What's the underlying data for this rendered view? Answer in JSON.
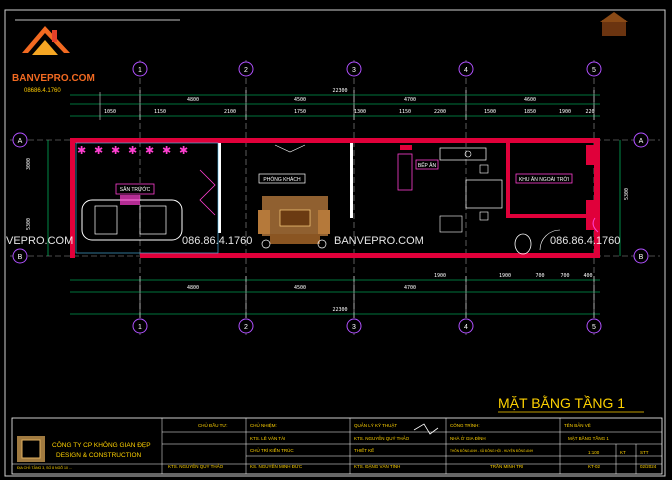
{
  "logo": {
    "brand": "BANVEPRO.COM",
    "phone": "08686.4.1760"
  },
  "watermarks": [
    {
      "left": "VEPRO.COM",
      "phone_left": "086.86.4.1760",
      "center": "BANVEPRO.COM",
      "phone_right": "086.86.4.1760"
    }
  ],
  "grid": {
    "columns": [
      "1",
      "2",
      "3",
      "4",
      "5"
    ],
    "rows": [
      "A",
      "B"
    ]
  },
  "dimensions": {
    "overall_top": "22300",
    "top_spans": [
      "4800",
      "4500",
      "4700",
      "4600"
    ],
    "top_sub": [
      "1050",
      "1150",
      "2100",
      "1750",
      "1300",
      "1150",
      "2200",
      "1500",
      "1850",
      "1900",
      "220"
    ],
    "left": [
      "3000",
      "5300"
    ],
    "right": [
      "5300"
    ],
    "bottom_sub": [
      "1900",
      "1900",
      "700",
      "700",
      "400"
    ],
    "bottom_spans": [
      "4800",
      "4500",
      "4700"
    ],
    "overall_bottom": "22300"
  },
  "rooms": {
    "garage": "SÂN TRƯỚC",
    "living": "PHÒNG KHÁCH",
    "kitchen": "BẾP ĂN",
    "outdoor_dining": "KHU ĂN NGOÀI TRỜI"
  },
  "drawing_title": "MẶT BẰNG TẦNG 1",
  "title_block": {
    "company": "CÔNG TY CP KHÔNG GIAN ĐẸP",
    "company_en": "DESIGN & CONSTRUCTION",
    "company_addr": "ĐỊA CHỈ: TẦNG 3, SỐ 8 NGÕ 10 ...",
    "col_owner": "CHỦ ĐẦU TƯ:",
    "owner_name": "KTS. NGUYỄN QUÝ THẢO",
    "col_designer": "CHỦ NHIỆM:",
    "designer": "KTS. LÊ VĂN TÀI",
    "chief": "CHỦ TRÌ KIẾN TRÚC",
    "chief_name": "KS. NGUYỄN MINH ĐỨC",
    "check": "QUẢN LÝ KỸ THUẬT",
    "check_name": "KTS. NGUYỄN QUÝ THẢO",
    "draw": "THIẾT KẾ",
    "draw_name": "KTS. ĐẶNG VĂN TÍNH",
    "project_label": "CÔNG TRÌNH:",
    "project": "NHÀ Ở GIA ĐÌNH",
    "location": "THÔN ĐÔNG ANH - XÃ ĐÔNG HỘI - HUYỆN ĐÔNG ANH",
    "sheet_label": "TÊN BẢN VẼ",
    "sheet": "MẶT BẰNG TẦNG 1",
    "scale": "1:100",
    "kt": "KT",
    "stt": "STT",
    "code": "KT-02",
    "sign": "TRẦN MINH TRÍ",
    "revision": "02/2024"
  }
}
